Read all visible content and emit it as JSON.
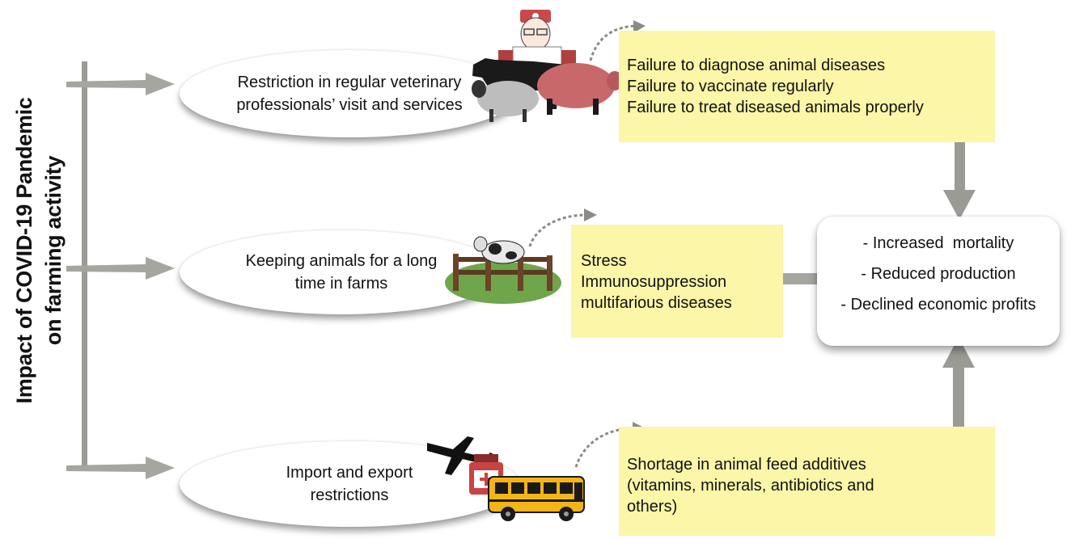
{
  "title": {
    "line1": "Impact of COVID-19 Pandemic",
    "line2": "on farming activity"
  },
  "causes": [
    {
      "text": "Restriction in regular veterinary professionals’ visit and services"
    },
    {
      "text": "Keeping animals for a long time in farms"
    },
    {
      "text": "Import and export restrictions"
    }
  ],
  "effects": [
    {
      "lines": [
        "Failure to diagnose animal diseases",
        "Failure to vaccinate regularly",
        "Failure to treat diseased animals properly"
      ]
    },
    {
      "lines": [
        "Stress",
        "Immunosuppression",
        "multifarious diseases"
      ]
    },
    {
      "lines": [
        "Shortage in animal feed additives",
        "(vitamins, minerals, antibiotics and",
        "others)"
      ]
    }
  ],
  "outcomes": {
    "lines": [
      "- Increased  mortality",
      "- Reduced production",
      "- Declined economic profits"
    ]
  },
  "colors": {
    "effect_box": "#fbf6a8",
    "arrow": "#9b9b95",
    "lamb": "#bdbdbd",
    "pig": "#c9686b",
    "bus": "#f2b416"
  },
  "icons": [
    "veterinarian-icon",
    "cow-icon",
    "pig-icon",
    "sheep-icon",
    "farm-cow-icon",
    "airplane-icon",
    "medicine-bottle-icon",
    "capsule-icon",
    "bus-icon"
  ]
}
